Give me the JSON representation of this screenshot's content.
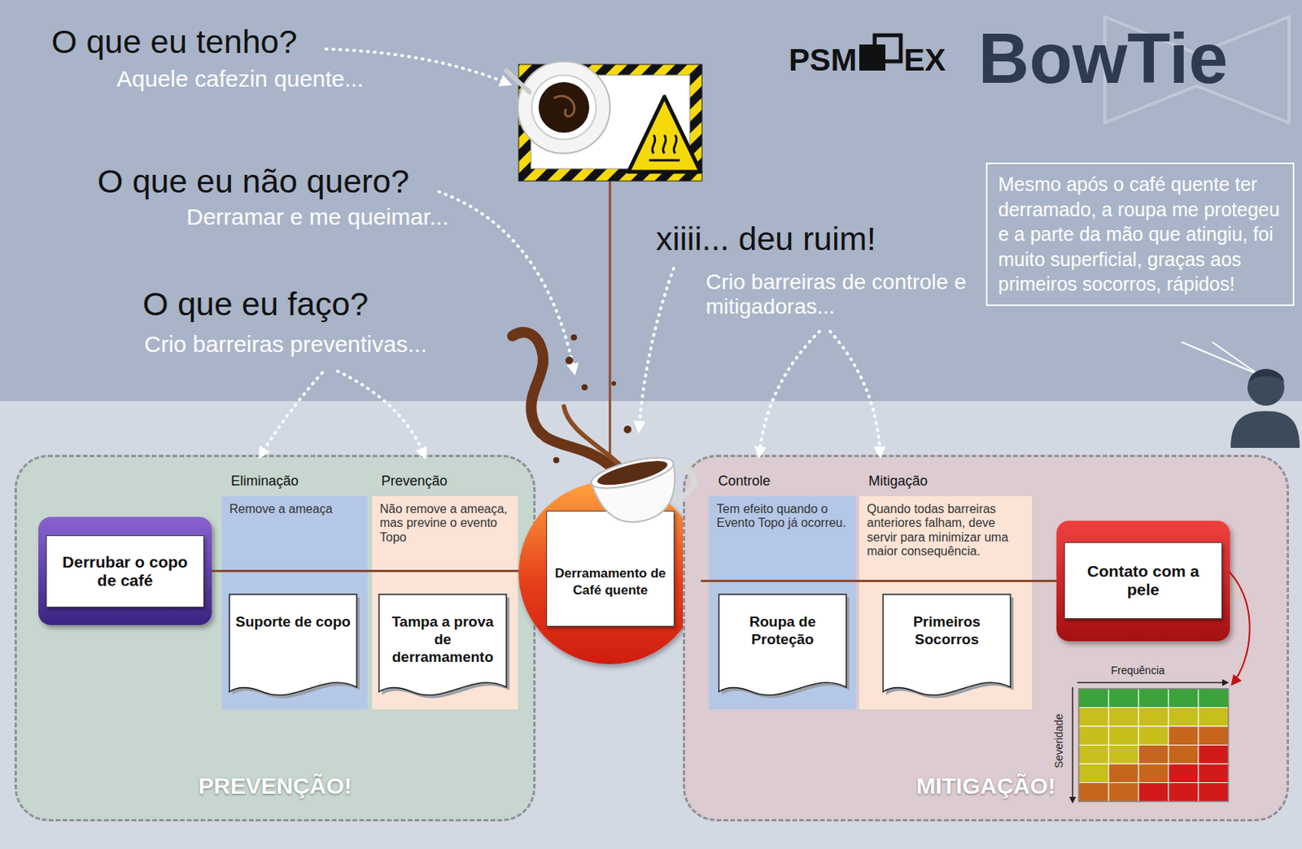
{
  "diagram": {
    "title": "BowTie",
    "nodes": [
      {
        "text": [
          "Mesmo após o café quente ter derramado, a roupa me protegeu e a parte da mão que atingiu, foi muito superficial, graças aos primeiros socorros, rápidos!"
        ]
      },
      {
        "text": [
          "PREVENÇÃO!"
        ]
      },
      {
        "text": [
          "Derrubar o copo de café"
        ],
        "in": 1
      },
      {
        "text": [
          "Eliminação",
          "Remove a ameaça"
        ],
        "in": 1
      },
      {
        "text": [
          "Suporte de copo"
        ],
        "in": 3
      },
      {
        "text": [
          "Prevenção",
          "Não remove a ameaça, mas previne o evento Topo"
        ],
        "in": 1
      },
      {
        "text": [
          "Tampa a prova de derramamento"
        ],
        "in": 5
      },
      {
        "text": [
          "Derramamento de Café quente"
        ]
      },
      {
        "text": [
          "MITIGAÇÃO!"
        ]
      },
      {
        "text": [
          "Controle",
          "Tem efeito quando o Evento Topo já ocorreu."
        ],
        "in": 8
      },
      {
        "text": [
          "Roupa de Proteção"
        ],
        "in": 9
      },
      {
        "text": [
          "Mitigação",
          "Quando todas barreiras anteriores falham, deve servir para minimizar uma maior consequência."
        ],
        "in": 8
      },
      {
        "text": [
          "Primeiros Socorros"
        ],
        "in": 11
      },
      {
        "text": [
          "Contato com a pele"
        ],
        "in": 8
      }
    ],
    "edges": [
      {
        "from": 2,
        "to": 7,
        "arrow": "none"
      },
      {
        "from": 7,
        "to": 13,
        "arrow": "none"
      }
    ],
    "labels": [
      "O que eu tenho?",
      "Aquele cafezin quente...",
      "O que eu não quero?",
      "Derramar e me queimar...",
      "O que eu faço?",
      "Crio barreiras preventivas...",
      "xiiii... deu ruim!",
      "Crio barreiras de controle e mitigadoras...",
      "PSM",
      "EX",
      "Frequência",
      "Severidade"
    ]
  }
}
